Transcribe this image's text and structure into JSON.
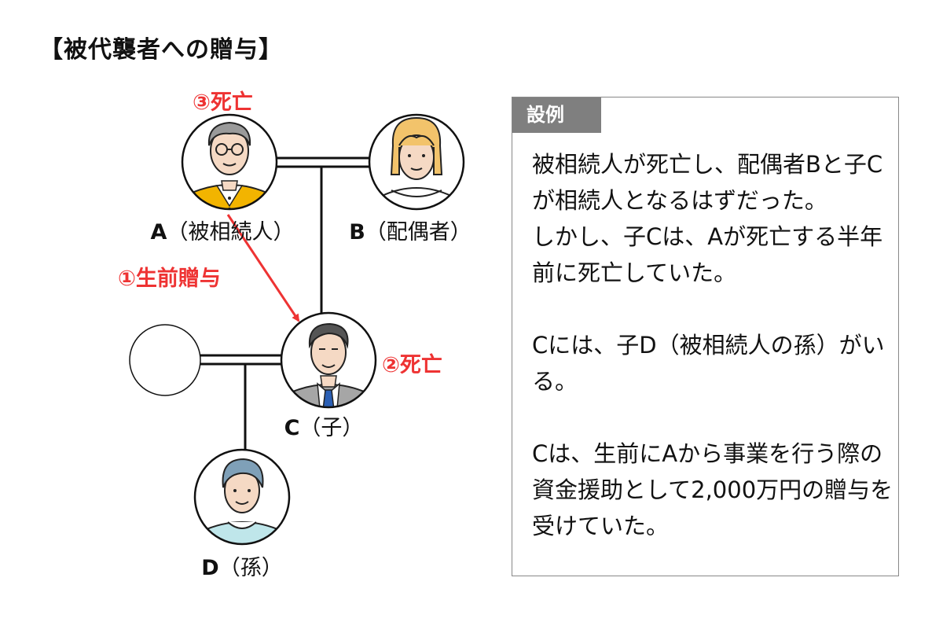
{
  "heading": "【被代襲者への贈与】",
  "people": {
    "a": {
      "letter": "A",
      "role": "（被相続人）"
    },
    "b": {
      "letter": "B",
      "role": "（配偶者）"
    },
    "c": {
      "letter": "C",
      "role": "（子）"
    },
    "d": {
      "letter": "D",
      "role": "（孫）"
    }
  },
  "annotations": {
    "gift": "①生前贈与",
    "death_c": "②死亡",
    "death_a": "③死亡"
  },
  "example": {
    "tag": "設例",
    "body": "被相続人が死亡し、配偶者Bと子Cが相続人となるはずだった。\nしかし、子Cは、Aが死亡する半年前に死亡していた。\n\nCには、子D（被相続人の孫）がいる。\n\nCは、生前にAから事業を行う際の資金援助として2,000万円の贈与を受けていた。"
  },
  "colors": {
    "accent": "#ee3333",
    "tag_bg": "#7f7f7f"
  }
}
